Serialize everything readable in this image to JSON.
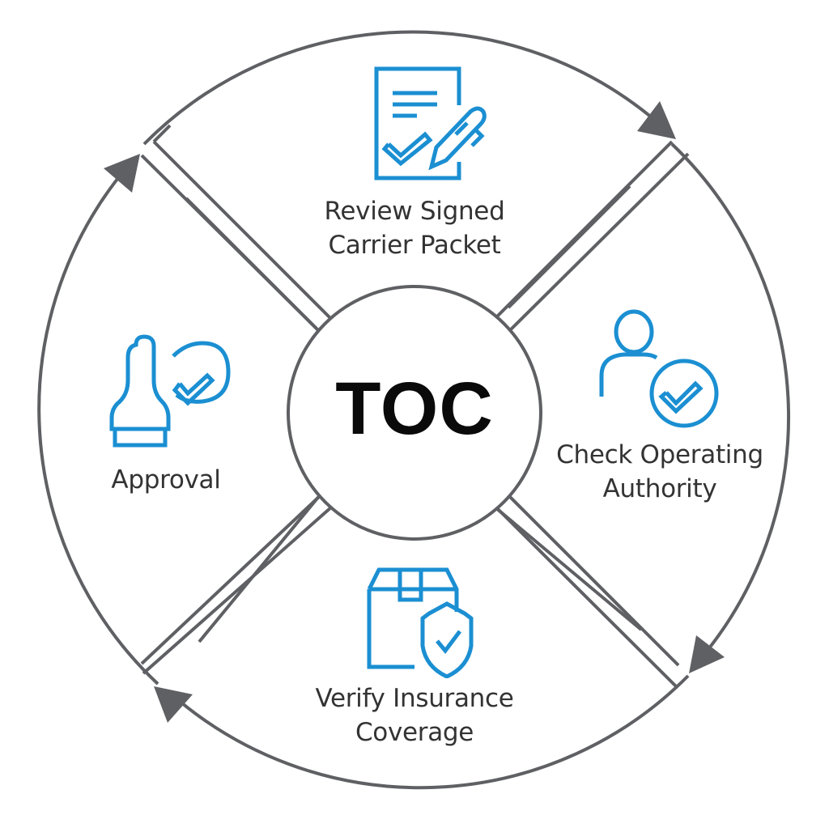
{
  "diagram": {
    "type": "cycle",
    "center": {
      "title": "TOC"
    },
    "direction": "clockwise",
    "steps": [
      {
        "id": "review",
        "position": "top",
        "icon": "document-sign-icon",
        "lines": [
          "Review Signed",
          "Carrier Packet"
        ]
      },
      {
        "id": "authority",
        "position": "right",
        "icon": "user-check-icon",
        "lines": [
          "Check Operating",
          "Authority"
        ]
      },
      {
        "id": "insurance",
        "position": "bottom",
        "icon": "package-shield-icon",
        "lines": [
          "Verify Insurance",
          "Coverage"
        ]
      },
      {
        "id": "approval",
        "position": "left",
        "icon": "stamp-approval-icon",
        "lines": [
          "Approval"
        ]
      }
    ]
  },
  "colors": {
    "accent": "#1b8fd2",
    "outline": "#5f6064",
    "text": "#333333",
    "title": "#0a0a0a"
  }
}
